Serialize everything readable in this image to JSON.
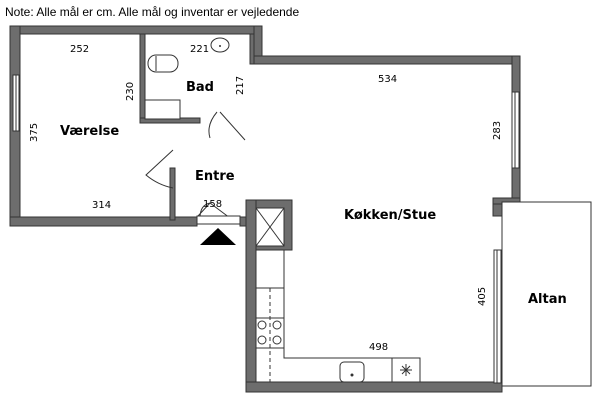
{
  "note": "Note: Alle mål er cm. Alle mål og inventar er vejledende",
  "rooms": {
    "vaerelse": "Værelse",
    "bad": "Bad",
    "entre": "Entre",
    "kokken_stue": "Køkken/Stue",
    "altan": "Altan"
  },
  "dimensions": {
    "vaerelse_width_top": "252",
    "vaerelse_width_bottom": "314",
    "vaerelse_height": "375",
    "vaerelse_inner": "230",
    "bad_width": "221",
    "bad_height": "217",
    "entre_door": "158",
    "stue_width_top": "534",
    "stue_height_right": "283",
    "stue_width_bottom": "498",
    "stue_height_altan": "405"
  },
  "colors": {
    "wall": "#6d6d6d",
    "line": "#333333"
  }
}
